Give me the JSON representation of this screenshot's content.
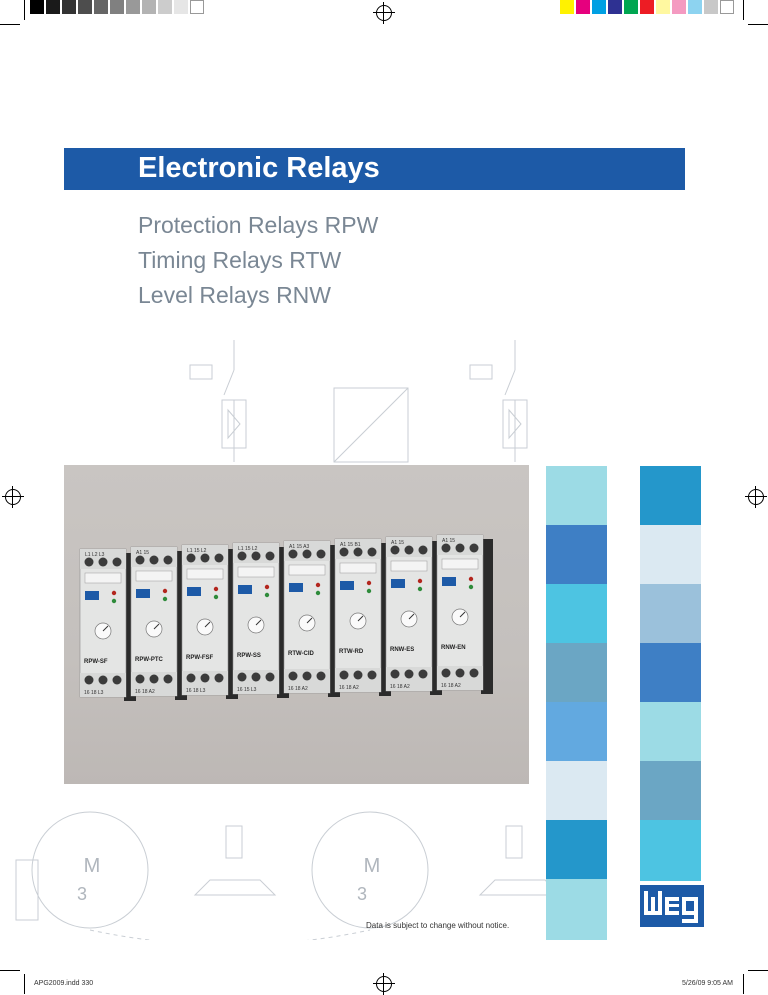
{
  "title": "Electronic Relays",
  "subtitles": [
    "Protection Relays RPW",
    "Timing Relays RTW",
    "Level Relays RNW"
  ],
  "notice": "Data is subject to change without notice.",
  "slug": {
    "left": "APG2009.indd   330",
    "right": "5/26/09   9:05 AM"
  },
  "brand": "weg",
  "schematic_labels": {
    "motor_letter": "M",
    "motor_number": "3"
  },
  "relays": [
    {
      "label": "RPW-SF",
      "terminals_top": "L1  L2  L3",
      "terminals_bottom": "16  18  L3"
    },
    {
      "label": "RPW-PTC",
      "terminals_top": "A1  15",
      "terminals_bottom": "16  18  A2"
    },
    {
      "label": "RPW-FSF",
      "terminals_top": "L1  15  L2",
      "terminals_bottom": "16  18  L3"
    },
    {
      "label": "RPW-SS",
      "terminals_top": "L1  15  L2",
      "terminals_bottom": "16  15  L3"
    },
    {
      "label": "RTW-CID",
      "terminals_top": "A1  15  A3",
      "terminals_bottom": "16  18  A2"
    },
    {
      "label": "RTW-RD",
      "terminals_top": "A1  15  B1",
      "terminals_bottom": "16  18  A2"
    },
    {
      "label": "RNW-ES",
      "terminals_top": "A1  15",
      "terminals_bottom": "16  18  A2"
    },
    {
      "label": "RNW-EN",
      "terminals_top": "A1  15",
      "terminals_bottom": "16  18  A2"
    }
  ],
  "colors": {
    "title_band": "#1d5aa7",
    "squares": [
      "#9cdbe5",
      "#2497cb",
      "#3e7fc5",
      "#dbe9f2",
      "#4dc4e2",
      "#9bc1db",
      "#6ba6c4",
      "#3e7fc5",
      "#62a9e0",
      "#9cdbe5",
      "#dbe9f2",
      "#6ba6c4",
      "#2497cb",
      "#4dc4e2",
      "#9cdbe5"
    ]
  }
}
